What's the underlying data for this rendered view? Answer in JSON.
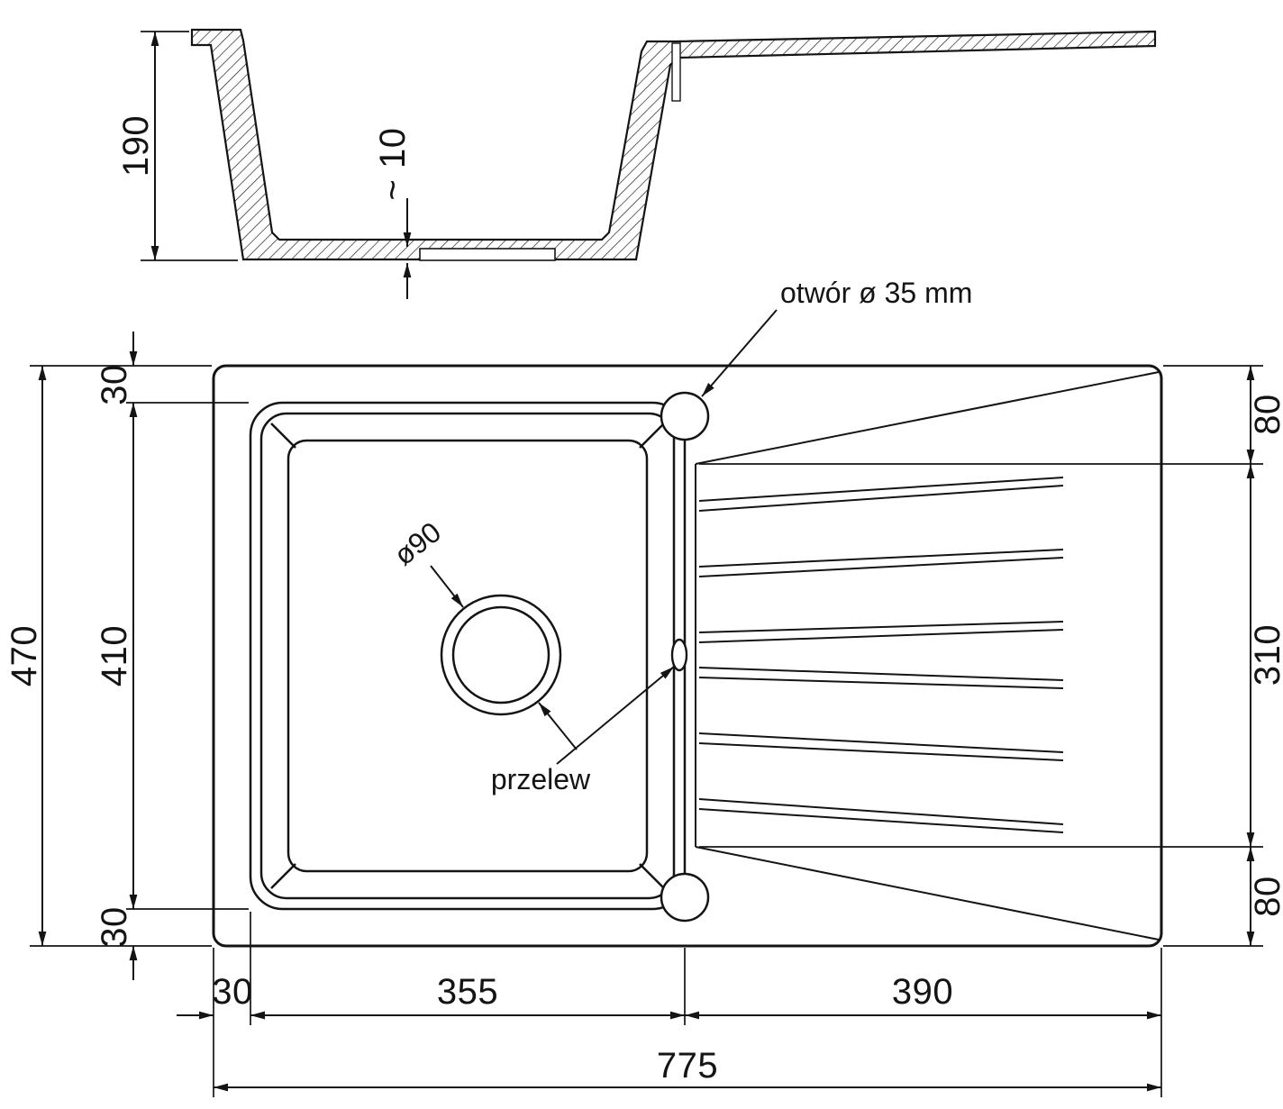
{
  "drawing": {
    "section": {
      "depth": "190",
      "bottom_clearance": "~ 10"
    },
    "plan": {
      "total_height": "470",
      "bowl_height": "410",
      "margin_top": "30",
      "margin_bottom": "30",
      "right_top": "80",
      "right_middle": "310",
      "right_bottom": "80",
      "bottom_margin_left": "30",
      "bowl_width": "355",
      "drainer_width": "390",
      "total_width": "775"
    },
    "annotations": {
      "tap_hole": "otwór ø 35 mm",
      "drain": "ø90",
      "overflow": "przelew"
    }
  }
}
